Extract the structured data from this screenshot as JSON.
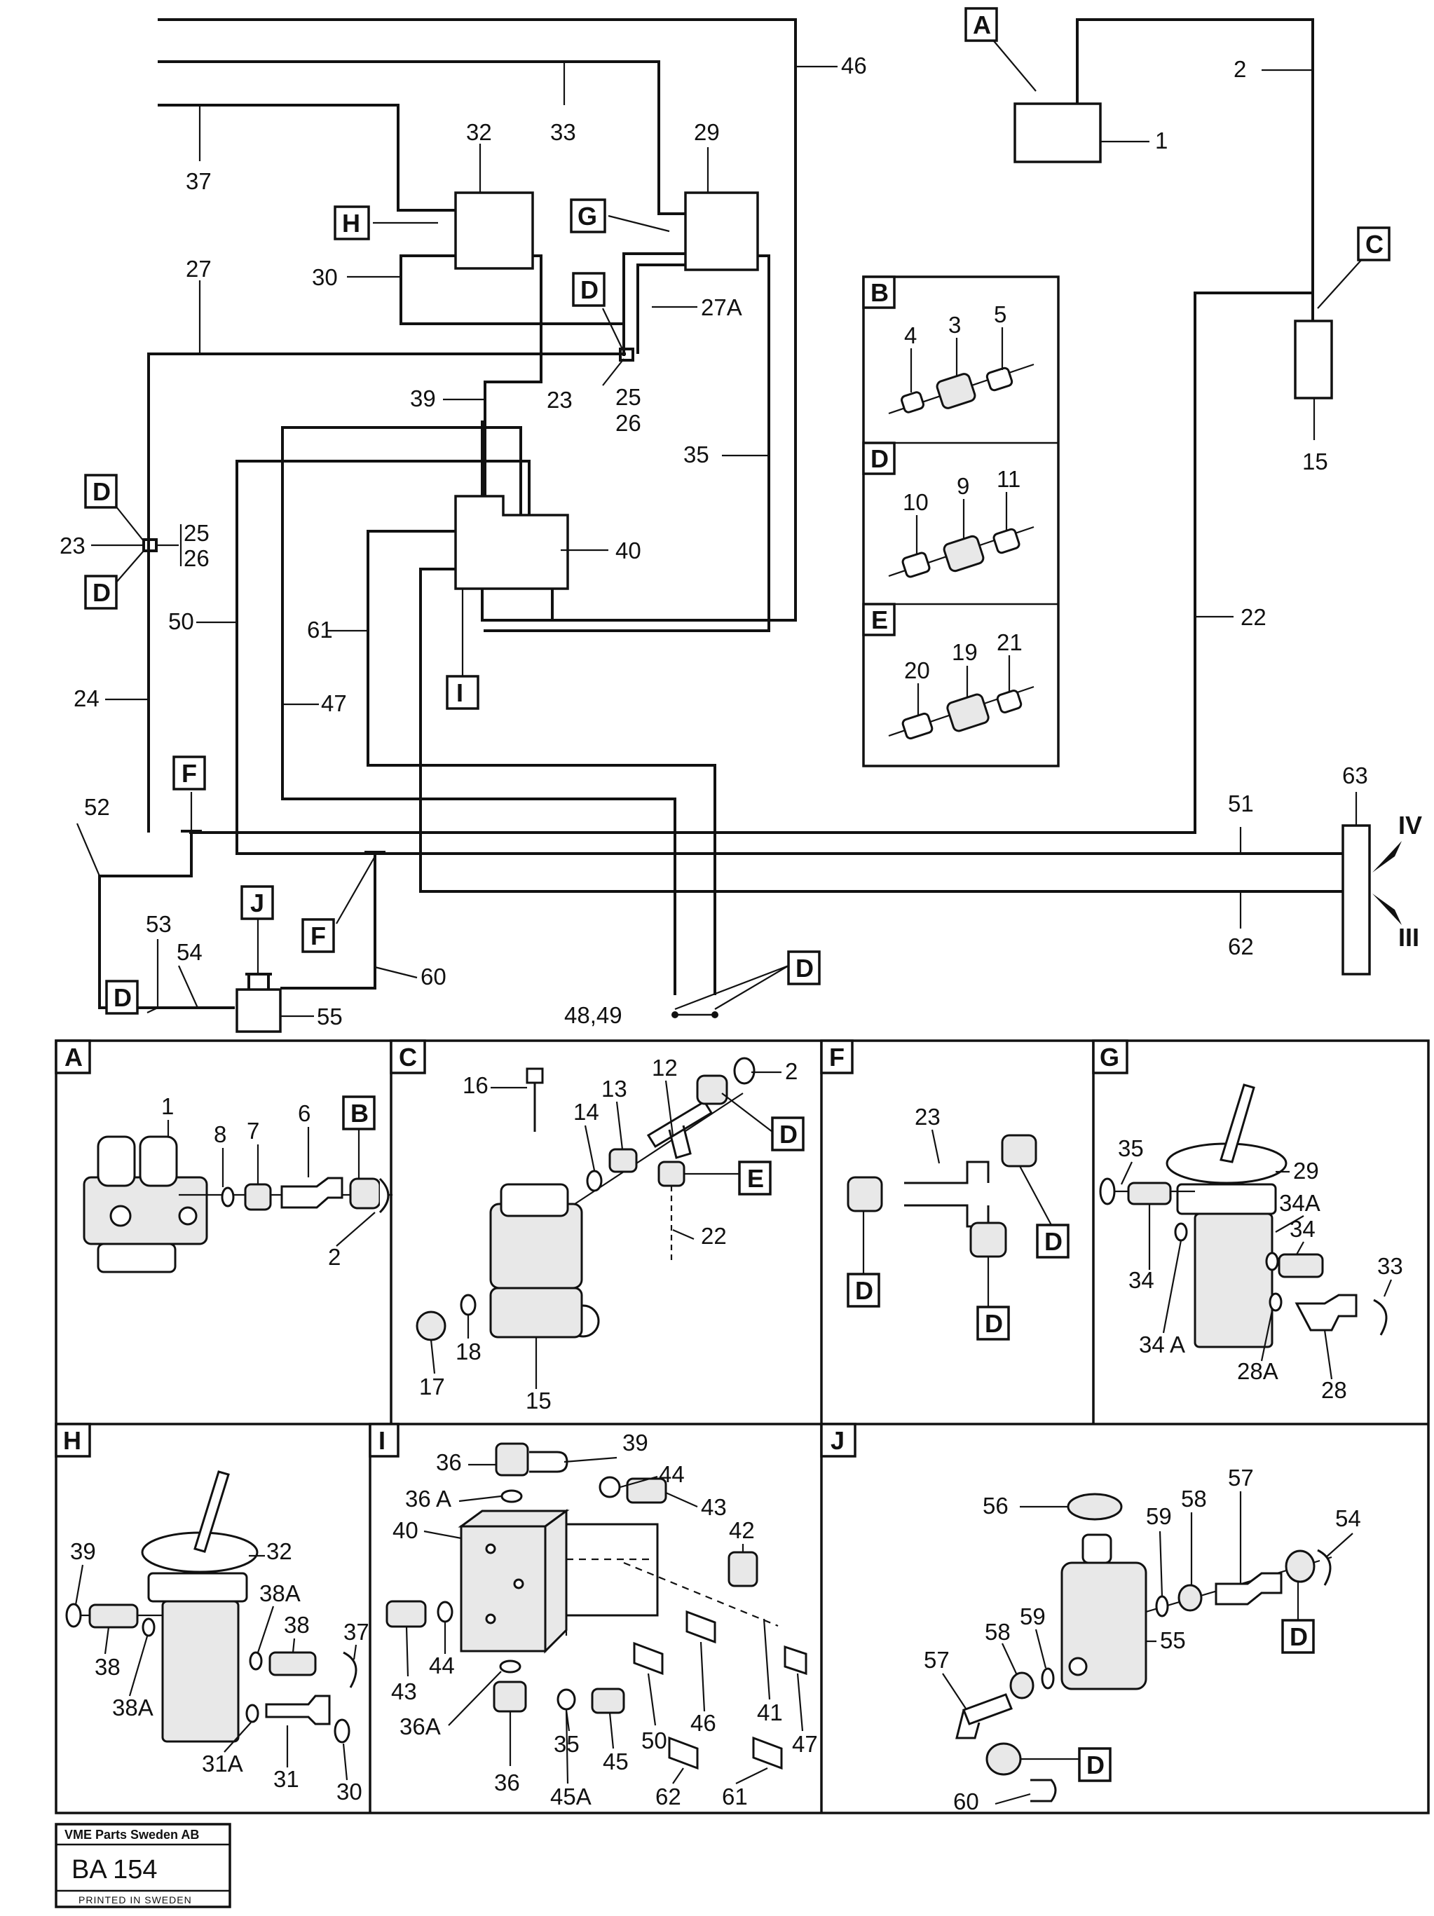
{
  "schematic": {
    "callouts": {
      "c1": "1",
      "c2": "2",
      "c15": "15",
      "c22": "22",
      "c46": "46",
      "c33": "33",
      "c37": "37",
      "c32": "32",
      "c29": "29",
      "c27": "27",
      "c30": "30",
      "c27a": "27A",
      "c23a": "23",
      "c25a": "25",
      "c26a": "26",
      "c39": "39",
      "c35": "35",
      "c40": "40",
      "c23b": "23",
      "c25b": "25",
      "c26b": "26",
      "c50": "50",
      "c61": "61",
      "c47": "47",
      "c24": "24",
      "c52": "52",
      "c53": "53",
      "c54": "54",
      "c55": "55",
      "c60": "60",
      "c4849": "48,49",
      "c51": "51",
      "c62": "62",
      "c63": "63"
    },
    "tags": {
      "A": "A",
      "C": "C",
      "H": "H",
      "G": "G",
      "D1": "D",
      "D2": "D",
      "D3": "D",
      "D4": "D",
      "D5": "D",
      "I": "I",
      "F1": "F",
      "F2": "F",
      "J": "J"
    },
    "outlets": {
      "iv": "IV",
      "iii": "III"
    }
  },
  "inset": {
    "B": {
      "tag": "B",
      "parts": [
        "4",
        "3",
        "5"
      ]
    },
    "D": {
      "tag": "D",
      "parts": [
        "10",
        "9",
        "11"
      ]
    },
    "E": {
      "tag": "E",
      "parts": [
        "20",
        "19",
        "21"
      ]
    }
  },
  "panels": {
    "A": {
      "tag": "A",
      "labels": {
        "p1": "1",
        "p8": "8",
        "p7": "7",
        "p6": "6",
        "p2": "2"
      },
      "ref": "B"
    },
    "C": {
      "tag": "C",
      "labels": {
        "p16": "16",
        "p14": "14",
        "p13": "13",
        "p12": "12",
        "p2": "2",
        "p22": "22",
        "p17": "17",
        "p18": "18",
        "p15": "15"
      },
      "refD": "D",
      "refE": "E"
    },
    "F": {
      "tag": "F",
      "labels": {
        "p23": "23"
      },
      "refD1": "D",
      "refD2": "D",
      "refD3": "D"
    },
    "G": {
      "tag": "G",
      "labels": {
        "p35": "35",
        "p29": "29",
        "p34a1": "34A",
        "p34b": "34",
        "p33": "33",
        "p34c": "34",
        "p34a2": "34 A",
        "p28a": "28A",
        "p28": "28"
      }
    },
    "H": {
      "tag": "H",
      "labels": {
        "p39": "39",
        "p32": "32",
        "p38a1": "38A",
        "p38b": "38",
        "p37": "37",
        "p38c": "38",
        "p38a2": "38A",
        "p31a": "31A",
        "p31": "31",
        "p30": "30"
      }
    },
    "I": {
      "tag": "I",
      "labels": {
        "p36a": "36",
        "p39": "39",
        "p44a": "44",
        "p43a": "43",
        "p36a1": "36 A",
        "p40": "40",
        "p42": "42",
        "p43b": "43",
        "p44b": "44",
        "p36a2": "36A",
        "p36b": "36",
        "p35": "35",
        "p45": "45",
        "p45a": "45A",
        "p50": "50",
        "p46": "46",
        "p41": "41",
        "p47": "47",
        "p62": "62",
        "p61": "61"
      }
    },
    "J": {
      "tag": "J",
      "labels": {
        "p56": "56",
        "p59a": "59",
        "p58a": "58",
        "p57a": "57",
        "p54": "54",
        "p58b": "58",
        "p59b": "59",
        "p55": "55",
        "p57b": "57",
        "p60": "60"
      },
      "refD1": "D",
      "refD2": "D"
    }
  },
  "titleblock": {
    "company": "VME Parts Sweden AB",
    "code": "BA  154",
    "printed": "PRINTED IN SWEDEN"
  }
}
